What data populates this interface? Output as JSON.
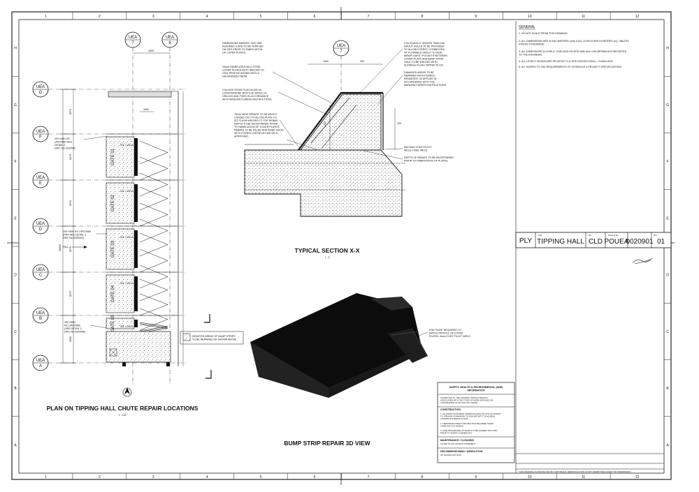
{
  "border": {
    "cols": [
      "1",
      "2",
      "3",
      "4",
      "5",
      "6",
      "7",
      "8",
      "9",
      "10",
      "11",
      "12"
    ],
    "rows": [
      "A",
      "B",
      "C",
      "D",
      "E",
      "F",
      "G",
      "H"
    ]
  },
  "plan": {
    "title": "PLAN ON TIPPING HALL CHUTE REPAIR LOCATIONS",
    "scale": "1 : 100",
    "grid_top": [
      "UEA\n7",
      "UEA\n8"
    ],
    "grid_left": [
      "UEA\nG",
      "UEA\nF",
      "UEA\nE",
      "UEA\nD",
      "UEA\nC",
      "UEA\nB",
      "UEA\nA"
    ],
    "gates": [
      "GATE 01",
      "GATE 02",
      "GATE 03",
      "GATE 04",
      "GATE 05"
    ],
    "ssl_labels": [
      "SSL 1.000 m",
      "SSL 1.000 m",
      "SSL 1.000 m",
      "SSL 1.000 m",
      "SSL 1.000 m"
    ],
    "top_dim": "4000",
    "notes": [
      "200 HIGH RC UPSTAND SEE DETAIL 2 DRG. No 0020945",
      "200 HIGH RC UPSTAND (PRH SEE DETAIL 2 DRG No 0020945)",
      "FALL",
      "200 HIGH RC UPSTAND (SEE DETAIL 2 DRG No 0020945)"
    ],
    "dims_left": [
      "8370",
      "8375",
      "8370",
      "8375",
      "8375",
      "8300"
    ],
    "dim_total": "50000",
    "legend": "DENOTES AREAS OF BUMP STRIPS TO BE REPAIRED AS SHOWN ABOVE"
  },
  "section": {
    "title": "TYPICAL SECTION X-X",
    "scale": "1 : 5",
    "grid": "UEA\n7",
    "dims": [
      "1400",
      "200"
    ],
    "notes_left": [
      "DIMENSIONS MARKED \"200\" ARE ASSUMED & ARE TO BE VERIFIED ON SITE PRIOR TO FABRICATION OF COVER PLATES.",
      "25mm FABRICATED MILD STEEL COVER PLATES BUTT WELDED TO GIVE PROFILE SHOWN WITH A GALVANISED FINISH.",
      "3 No M16 TEXAS PLUG IN 600 c/c COUNTERSUNK BOLTS @ 300mm c/c DRILLED AND FIXED IN ACCORDANCE WITH MANUFACTURERS INSTRUCTIONS.",
      "75mm WIDE REBATE TO BE NEATLY CHASED OUT TO ALLOW PLATE TO SIT FLUSH WELDED TO TOP REBAR DEPTH TO BE ASCERTAINED PRIOR TO FABRICATION OF COVER PLATES. REBATE TO BE FILLED AND MADE GOOD WITH FOSROC EXPOFLEX 800 OR A APPROVED."
    ],
    "notes_right": [
      "3 No EQUALLY SPACED 75mm DIA GROUT HOLES TO BE PROVIDED TO ALLOW FOSROC CONBEXTRA HF FLOWABLE GROUT TO SEAL MINOR GAPS / POCKETS BETWEEN COVER PLATE AND BUMP STRIP. HOLE TO BE WELDED WITH SUITABLE FLUSH TAPPED PLUG.",
      "DAMAGED AREAS TO BE REPAIRED WITH FOSROC RENDEROC S2 APPLIED IN ACCORDANCE WITH THE MANUFACTURERS INSTRUCTIONS.",
      "MIN 6mm CONT FILLET WELD FIXED WELD",
      "DEPTH OF REBATE TO BE ASCERTAINED PRIOR TO FABRICATION OF PLATES."
    ]
  },
  "view3d": {
    "title": "BUMP STRIP REPAIR 3D VIEW",
    "note": "END PLATE REQUIRED TO MATCH PROFILE OF COVER PLATES. 6mm CONT FILLET WELD"
  },
  "general": {
    "heading": "GENERAL",
    "notes": [
      "1. DO NOT SCALE FROM THIS DRAWING.",
      "2. ALL DIMENSIONS ARE IN MILLIMETRES (mm) & ALL LEVELS ARE IN METRES (m), UNLESS STATED OTHERWISE.",
      "3. ALL DIMENSIONS & LEVELS, CHECKED ON SITE AND ANY DISCREPANCIES REPORTED TO THE ENGINEER.",
      "4. ALL LEVELS SHOWN ARE RELATIVE TO A SITE DATUM 0.000m = 0.000m AOD",
      "5. ALL WORKS TO THE REQUIREMENTS OF SCHEDULE & PROJECT SPECIFICATIONS."
    ]
  },
  "titleblock": {
    "site": "PLY",
    "title": "TIPPING HALL",
    "discipline": "CLD",
    "code": "POUEA",
    "number": "0020901",
    "rev": "01",
    "lbl_site": "Location",
    "lbl_title": "Title",
    "lbl_disc": "Dis",
    "lbl_code": "Drawing No",
    "lbl_rev": "Rev"
  },
  "she": {
    "heading": "SAFETY, HEALTH & ENVIRONMENTAL (SHE) INFORMATION",
    "intro": "IN ADDITION TO THE HAZARDS / RISKS NORMALLY ASSOCIATED WITH THE TYPES OF WORK DETAILED ON THIS DRAWING NOTE THE FOLLOWING:",
    "construction_h": "CONSTRUCTION",
    "construction": [
      "1. ALLOWING CONCRETE STRENGTH GAIN OF 10 N/mm2 PRIOR TO STRIKING FORMWORK TO ENSURE SETS TO ACHIEVE CONCRETE STRENGTH GAIN.",
      "2. TEMPORARY IMPACT PROTECTION REQUIRED WHEN CARRYING OUT WORKS.",
      "3. SAFE PROCEDURE OF WORKS TO BE AGREED WITH OBO PRIOR TO WORKS COMMENCING."
    ],
    "maint_h": "MAINTENANCE / CLEANING",
    "maint": "LISTED TO ANY ACCESS STATEMENT",
    "decom_h": "DECOMMISSIONING / DEMOLITION",
    "decom": "NO SIGNIFICANT RISK"
  },
  "footer": {
    "text": "THIS DRAWING IS PROTECTED BY COPYRIGHT, REPRODUCTION IS NOT PERMITTED EXCEPT BY PERMISSION."
  }
}
